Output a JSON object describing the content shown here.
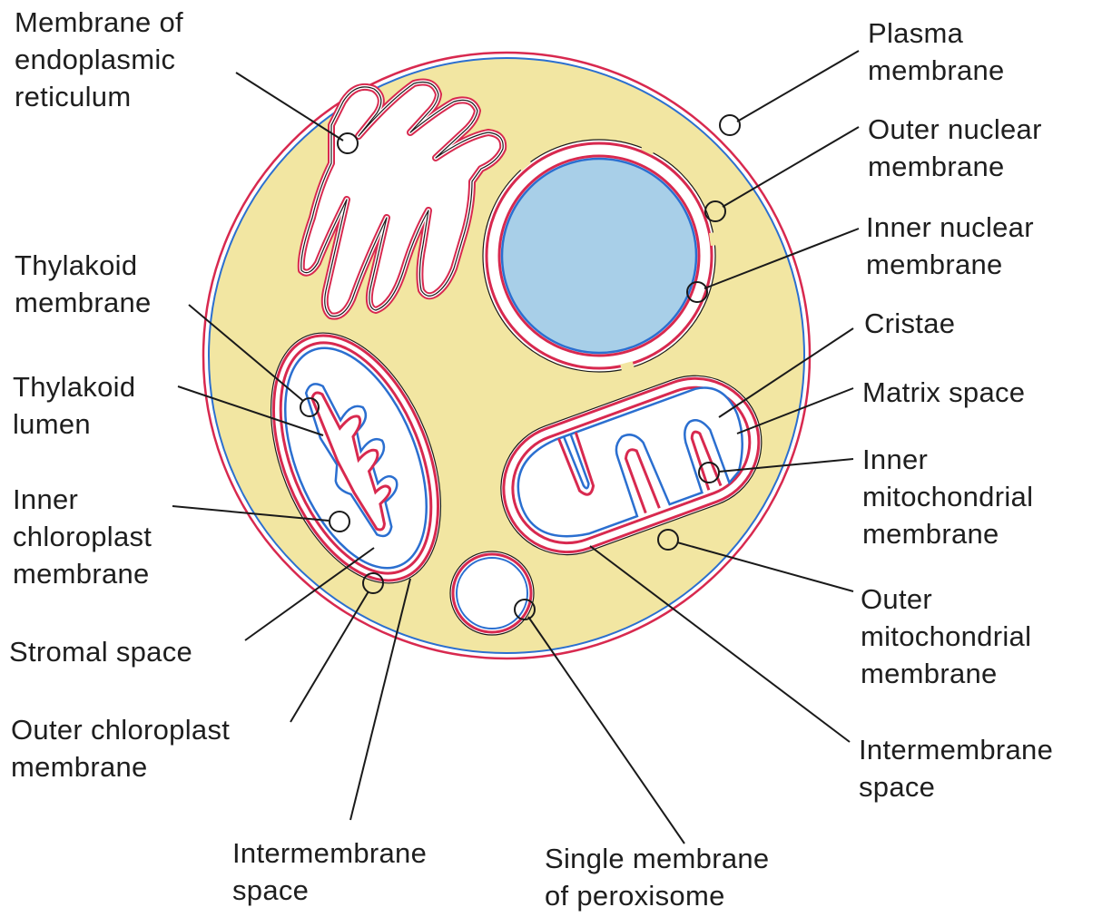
{
  "colors": {
    "cytoplasm": "#f2e6a2",
    "nucleoplasm": "#a8cfe8",
    "membrane_pink": "#d8294f",
    "membrane_blue": "#2b6fd0",
    "line": "#1a1a1a",
    "interior": "#ffffff"
  },
  "labels": {
    "membrane_er": {
      "lines": [
        "Membrane of",
        "endoplasmic",
        "reticulum"
      ]
    },
    "thylakoid_membrane": {
      "lines": [
        "Thylakoid",
        "membrane"
      ]
    },
    "thylakoid_lumen": {
      "lines": [
        "Thylakoid",
        "lumen"
      ]
    },
    "inner_chloroplast": {
      "lines": [
        "Inner",
        "chloroplast",
        "membrane"
      ]
    },
    "stromal_space": {
      "lines": [
        "Stromal space"
      ]
    },
    "outer_chloroplast": {
      "lines": [
        "Outer chloroplast",
        "membrane"
      ]
    },
    "intermembrane_chloro": {
      "lines": [
        "Intermembrane",
        "space"
      ]
    },
    "peroxisome": {
      "lines": [
        "Single membrane",
        "of peroxisome"
      ]
    },
    "plasma_membrane": {
      "lines": [
        "Plasma",
        "membrane"
      ]
    },
    "outer_nuclear": {
      "lines": [
        "Outer nuclear",
        "membrane"
      ]
    },
    "inner_nuclear": {
      "lines": [
        "Inner nuclear",
        "membrane"
      ]
    },
    "cristae": {
      "lines": [
        "Cristae"
      ]
    },
    "matrix_space": {
      "lines": [
        "Matrix space"
      ]
    },
    "inner_mito": {
      "lines": [
        "Inner",
        "mitochondrial",
        "membrane"
      ]
    },
    "outer_mito": {
      "lines": [
        "Outer",
        "mitochondrial",
        "membrane"
      ]
    },
    "intermembrane_mito": {
      "lines": [
        "Intermembrane",
        "space"
      ]
    }
  }
}
